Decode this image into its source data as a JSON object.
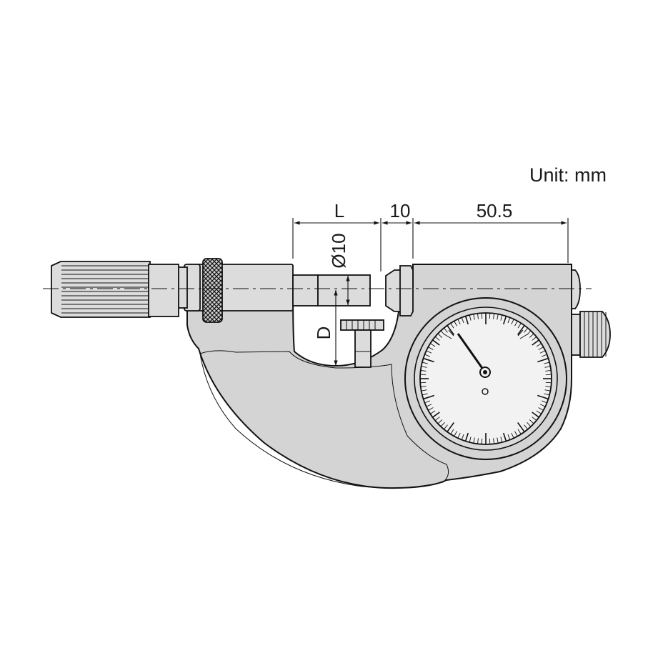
{
  "unit_label": "Unit: mm",
  "dimensions": {
    "length_label": "L",
    "gap_label": "10",
    "frame_label": "50.5",
    "diameter_label": "Ø10",
    "depth_label": "D"
  },
  "colors": {
    "frame_fill": "#d4d4d4",
    "outline": "#111111",
    "dial_face": "#f2f2f2"
  }
}
